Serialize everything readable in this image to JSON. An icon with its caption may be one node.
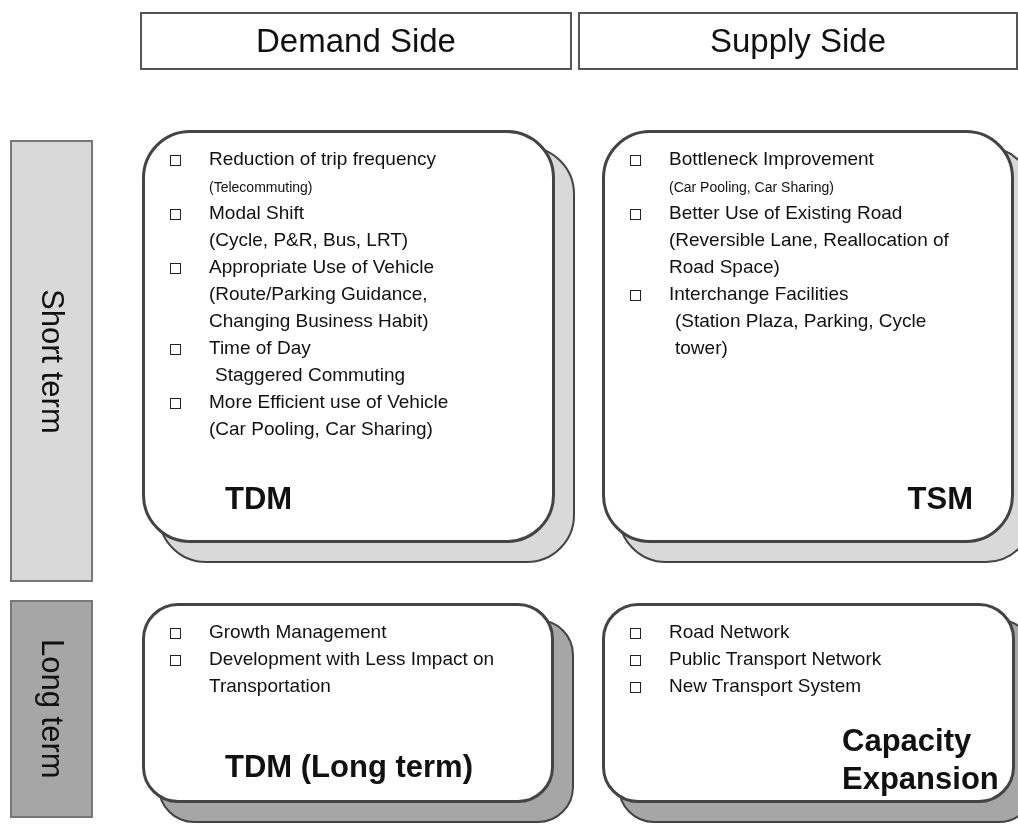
{
  "diagram": {
    "nodes": [
      {
        "text": [
          "Demand Side"
        ]
      },
      {
        "text": [
          "Supply Side"
        ]
      },
      {
        "text": [
          "Short term"
        ]
      },
      {
        "text": [
          "Reduction of trip frequency",
          "(Telecommuting)",
          "Modal Shift",
          "(Cycle, P&R, Bus, LRT)",
          "Appropriate Use of Vehicle",
          "(Route/Parking Guidance, Changing Business Habit)",
          "Time of Day",
          "Staggered Commuting",
          "More Efficient use of Vehicle",
          "(Car Pooling, Car Sharing)",
          "TDM"
        ]
      },
      {
        "text": [
          "Bottleneck Improvement",
          "(Car Pooling, Car Sharing)",
          "Better Use of Existing Road",
          "(Reversible Lane, Reallocation of Road Space)",
          "Interchange Facilities",
          "(Station Plaza, Parking, Cycle tower)",
          "TSM"
        ]
      },
      {
        "text": [
          "Long term"
        ]
      },
      {
        "text": [
          "Growth Management",
          "Development with Less Impact on Transportation",
          "**TDM** (Long term)"
        ]
      },
      {
        "text": [
          "Road Network",
          "Public Transport Network",
          "New Transport System",
          "Capacity Expansion"
        ]
      }
    ]
  }
}
